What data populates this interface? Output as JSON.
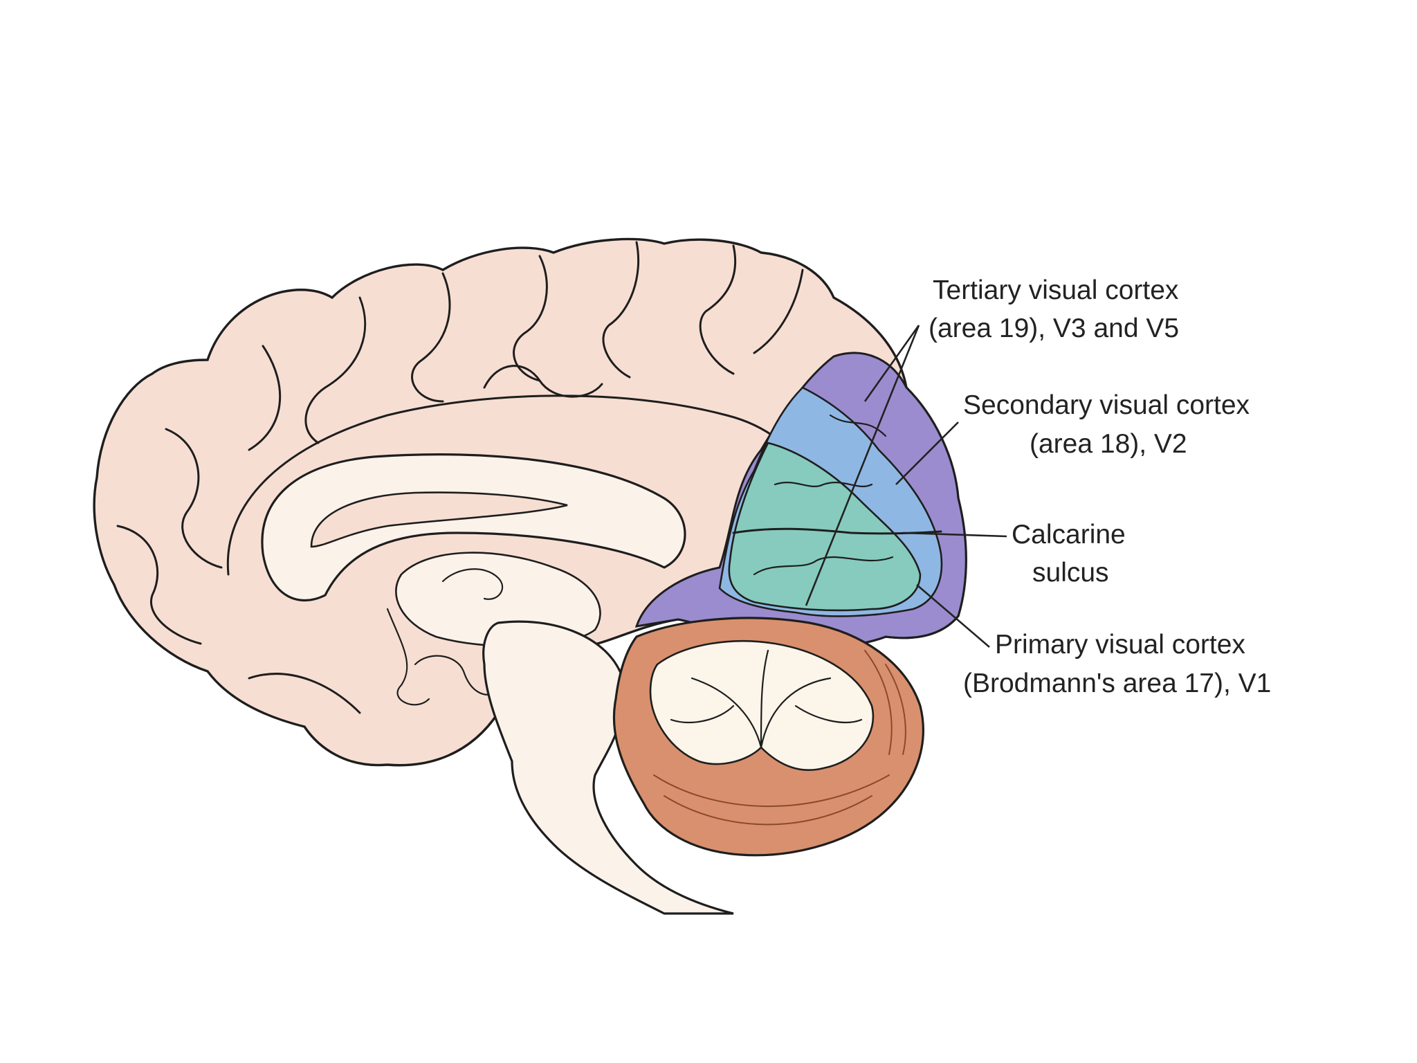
{
  "labels": {
    "tertiary_line1": "Tertiary visual cortex",
    "tertiary_line2": "(area 19), V3 and V5",
    "secondary_line1": "Secondary visual cortex",
    "secondary_line2": "(area 18), V2",
    "calcarine_line1": "Calcarine",
    "calcarine_line2": "sulcus",
    "primary_line1": "Primary visual cortex",
    "primary_line2": "(Brodmann's area 17), V1"
  },
  "colors": {
    "cortex": "#f7ded3",
    "medial_structures": "#fbf2ea",
    "area_19_tertiary": "#9b8ccf",
    "area_18_secondary": "#8fb7e3",
    "area_17_primary": "#86cbbe",
    "cerebellum": "#d9906e",
    "cerebellum_white_matter": "#fbf5ea",
    "background": "#ffffff"
  },
  "icons": {
    "figure": "sagittal-brain-illustration"
  }
}
